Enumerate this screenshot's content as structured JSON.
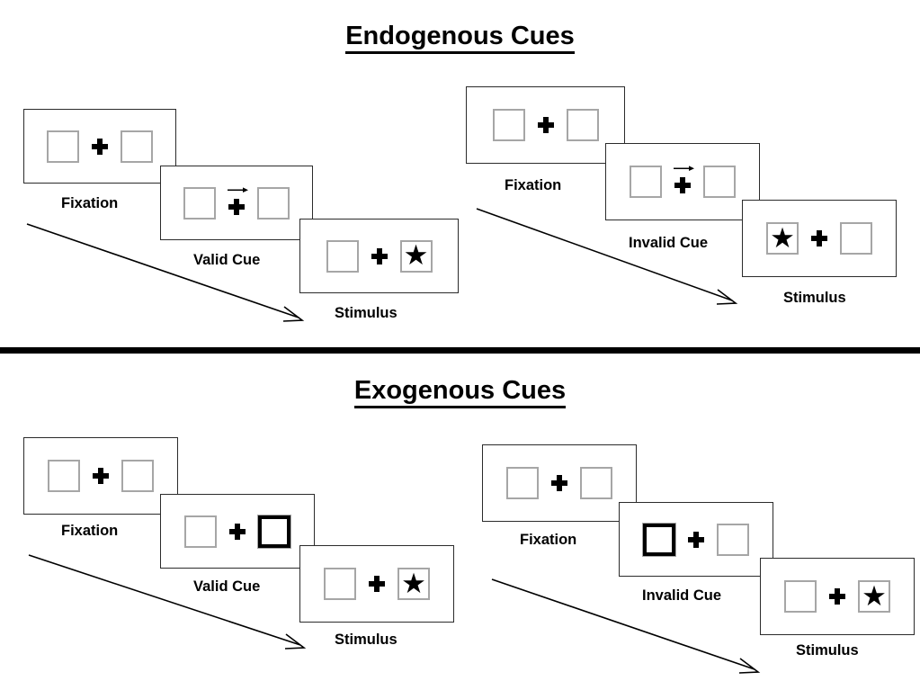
{
  "figure": {
    "sections": [
      {
        "id": "endogenous",
        "title": "Endogenous Cues",
        "cue_type": "central-arrow",
        "sequences": [
          {
            "id": "endogenous-valid",
            "condition": "valid",
            "frames": [
              {
                "label": "Fixation",
                "cue": "none",
                "cue_side": "none",
                "target": "none",
                "target_side": "none"
              },
              {
                "label": "Valid Cue",
                "cue": "arrow-right",
                "cue_side": "right",
                "target": "none",
                "target_side": "none"
              },
              {
                "label": "Stimulus",
                "cue": "none",
                "cue_side": "none",
                "target": "star",
                "target_side": "right"
              }
            ]
          },
          {
            "id": "endogenous-invalid",
            "condition": "invalid",
            "frames": [
              {
                "label": "Fixation",
                "cue": "none",
                "cue_side": "none",
                "target": "none",
                "target_side": "none"
              },
              {
                "label": "Invalid Cue",
                "cue": "arrow-right",
                "cue_side": "right",
                "target": "none",
                "target_side": "none"
              },
              {
                "label": "Stimulus",
                "cue": "none",
                "cue_side": "none",
                "target": "star",
                "target_side": "left"
              }
            ]
          }
        ]
      },
      {
        "id": "exogenous",
        "title": "Exogenous Cues",
        "cue_type": "peripheral-box-flash",
        "sequences": [
          {
            "id": "exogenous-valid",
            "condition": "valid",
            "frames": [
              {
                "label": "Fixation",
                "cue": "none",
                "cue_side": "none",
                "target": "none",
                "target_side": "none"
              },
              {
                "label": "Valid Cue",
                "cue": "thick-box",
                "cue_side": "right",
                "target": "none",
                "target_side": "none"
              },
              {
                "label": "Stimulus",
                "cue": "none",
                "cue_side": "none",
                "target": "star",
                "target_side": "right"
              }
            ]
          },
          {
            "id": "exogenous-invalid",
            "condition": "invalid",
            "frames": [
              {
                "label": "Fixation",
                "cue": "none",
                "cue_side": "none",
                "target": "none",
                "target_side": "none"
              },
              {
                "label": "Invalid Cue",
                "cue": "thick-box",
                "cue_side": "left",
                "target": "none",
                "target_side": "none"
              },
              {
                "label": "Stimulus",
                "cue": "none",
                "cue_side": "none",
                "target": "star",
                "target_side": "right"
              }
            ]
          }
        ]
      }
    ],
    "glyphs": {
      "star": "★",
      "fixation": "plus-cross",
      "cue_arrow": "arrow-right-icon",
      "time_arrow": "time-progression-arrow"
    },
    "colors": {
      "ink": "#000000",
      "frame_border": "#2b2b2b",
      "box_border": "#a6a6a6",
      "cued_box_border": "#000000",
      "background": "#ffffff",
      "divider": "#000000"
    }
  }
}
